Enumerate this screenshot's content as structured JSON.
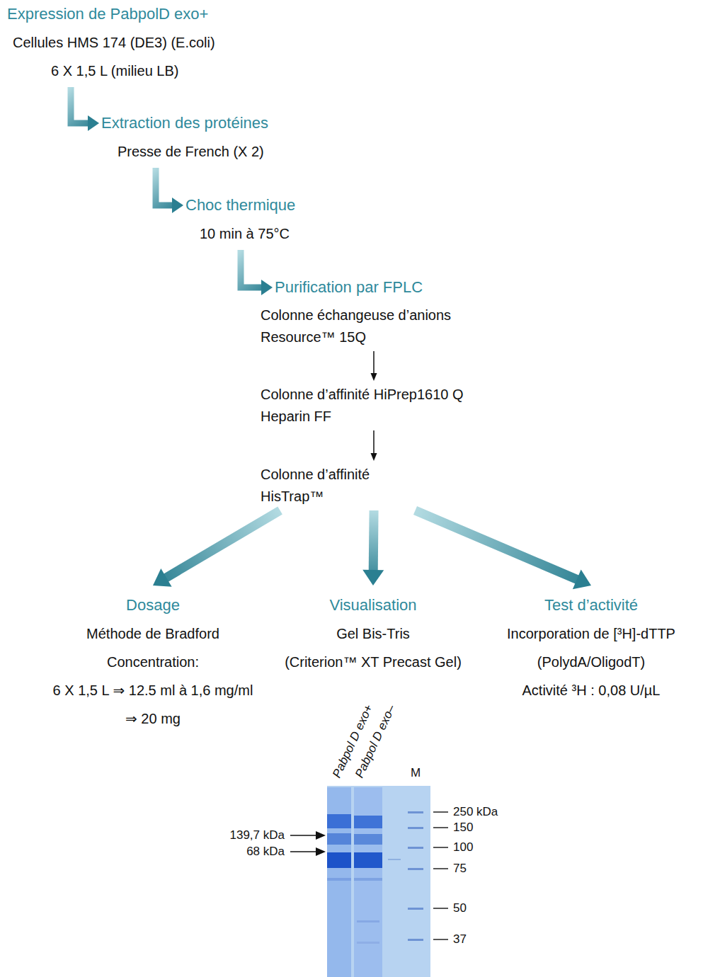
{
  "diagram": {
    "nodes": [
      {
        "text": [
          "Expression de PabpolD exo+",
          "Cellules HMS 174 (DE3) (E.coli)",
          "6 X 1,5 L (milieu LB)"
        ]
      },
      {
        "text": [
          "Extraction des protéines",
          "Presse de French (X 2)"
        ]
      },
      {
        "text": [
          "Choc thermique",
          "10 min à 75°C"
        ]
      },
      {
        "text": [
          "Purification par FPLC"
        ]
      },
      {
        "text": [
          "Colonne échangeuse d’anions Resource™ 15Q"
        ]
      },
      {
        "text": [
          "Colonne d’affinité HiPrep1610 Q Heparin FF"
        ]
      },
      {
        "text": [
          "Colonne d’affinité HisTrap™"
        ]
      },
      {
        "text": [
          "Dosage",
          "Méthode de Bradford",
          "Concentration:",
          "6 X 1,5 L ⇒ 12.5 ml à 1,6 mg/ml",
          "⇒ 20 mg"
        ]
      },
      {
        "text": [
          "Visualisation",
          "Gel Bis-Tris",
          "(Criterion™ XT Precast Gel)"
        ]
      },
      {
        "text": [
          "Test d’activité",
          "Incorporation de [³H]-dTTP",
          "(PolydA/OligodT)",
          "Activité ³H : 0,08 U/µL"
        ]
      }
    ],
    "edges": [
      {
        "from": 0,
        "to": 1,
        "arrow": "to"
      },
      {
        "from": 1,
        "to": 2,
        "arrow": "to"
      },
      {
        "from": 2,
        "to": 3,
        "arrow": "to"
      },
      {
        "from": 4,
        "to": 5,
        "arrow": "to"
      },
      {
        "from": 5,
        "to": 6,
        "arrow": "to"
      },
      {
        "from": 6,
        "to": 7,
        "arrow": "to"
      },
      {
        "from": 6,
        "to": 8,
        "arrow": "to"
      },
      {
        "from": 6,
        "to": 9,
        "arrow": "to"
      }
    ],
    "labels": [
      "Pabpol D exo+",
      "Pabpol D exo–",
      "M",
      "250 kDa",
      "150",
      "100",
      "75",
      "50",
      "37",
      "139,7 kDa",
      "68 kDa"
    ]
  }
}
